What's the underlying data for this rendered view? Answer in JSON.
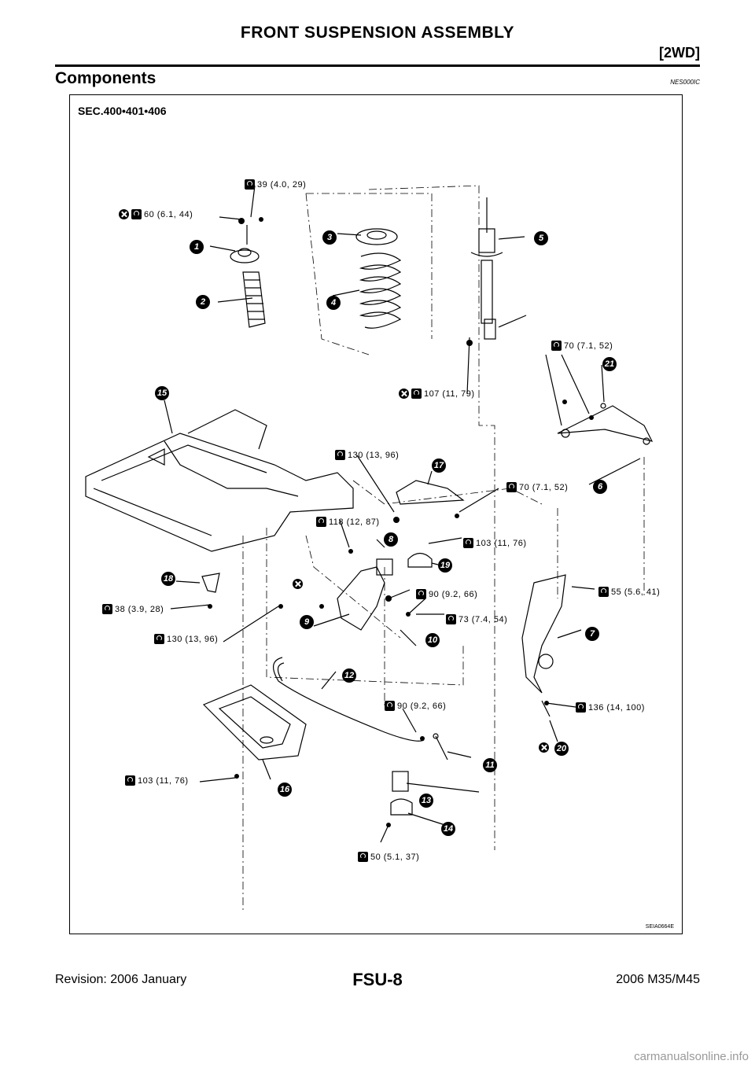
{
  "header": {
    "title": "FRONT SUSPENSION ASSEMBLY",
    "section_tag": "[2WD]"
  },
  "heading": {
    "title": "Components",
    "code": "NES000IC"
  },
  "figure": {
    "section_ref": "SEC.400•401•406",
    "figure_id": "SEIA0664E",
    "torque_labels": [
      {
        "text": "39 (4.0, 29)",
        "nonreusable": false
      },
      {
        "text": "60 (6.1, 44)",
        "nonreusable": true
      },
      {
        "text": "107 (11, 79)",
        "nonreusable": true
      },
      {
        "text": "70 (7.1, 52)",
        "nonreusable": false
      },
      {
        "text": "130 (13, 96)",
        "nonreusable": false
      },
      {
        "text": "70 (7.1, 52)",
        "nonreusable": false
      },
      {
        "text": "118 (12, 87)",
        "nonreusable": false
      },
      {
        "text": "103 (11, 76)",
        "nonreusable": false
      },
      {
        "text": "90 (9.2, 66)",
        "nonreusable": false
      },
      {
        "text": "55 (5.6, 41)",
        "nonreusable": false
      },
      {
        "text": "73 (7.4, 54)",
        "nonreusable": false
      },
      {
        "text": "38 (3.9, 28)",
        "nonreusable": false
      },
      {
        "text": "130 (13, 96)",
        "nonreusable": false
      },
      {
        "text": "136 (14, 100)",
        "nonreusable": false
      },
      {
        "text": "90 (9.2, 66)",
        "nonreusable": false
      },
      {
        "text": "103 (11, 76)",
        "nonreusable": false
      },
      {
        "text": "50 (5.1, 37)",
        "nonreusable": false
      }
    ],
    "callouts": [
      "1",
      "2",
      "3",
      "4",
      "5",
      "6",
      "7",
      "8",
      "9",
      "10",
      "11",
      "12",
      "13",
      "14",
      "15",
      "16",
      "17",
      "18",
      "19",
      "20",
      "21"
    ]
  },
  "footer": {
    "revision": "Revision: 2006 January",
    "page": "FSU-8",
    "model": "2006 M35/M45"
  },
  "watermark": "carmanualsonline.info"
}
